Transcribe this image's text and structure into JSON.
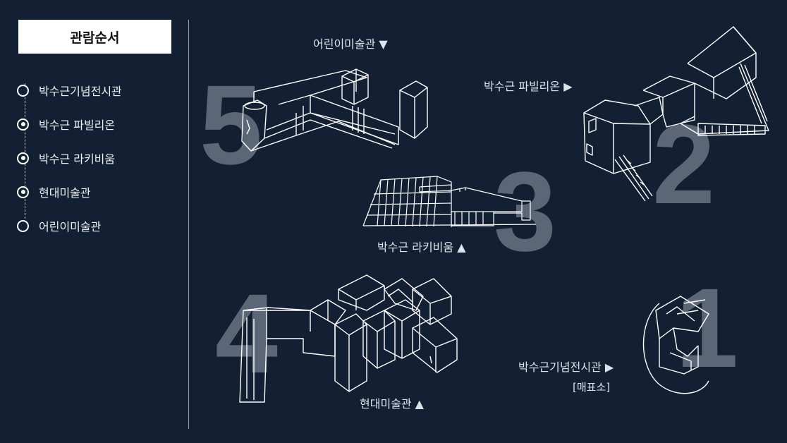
{
  "sidebar": {
    "title": "관람순서",
    "steps": [
      {
        "label": "박수근기념전시관",
        "filled": false
      },
      {
        "label": "박수근 파빌리온",
        "filled": true
      },
      {
        "label": "박수근 라키비움",
        "filled": true
      },
      {
        "label": "현대미술관",
        "filled": true
      },
      {
        "label": "어린이미술관",
        "filled": false
      }
    ]
  },
  "map": {
    "buildings": [
      {
        "key": "memorial",
        "number": "1",
        "label": "박수근기념전시관 ▶",
        "sublabel": "[매표소]"
      },
      {
        "key": "pavilion",
        "number": "2",
        "label": "박수근 파빌리온 ▶"
      },
      {
        "key": "larchiveum",
        "number": "3",
        "label": "박수근 라키비움 ▲"
      },
      {
        "key": "modern",
        "number": "4",
        "label": "현대미술관 ▲"
      },
      {
        "key": "children",
        "number": "5",
        "label": "어린이미술관 ▼"
      }
    ]
  },
  "colors": {
    "background": "#132033",
    "line": "#ffffff",
    "numeral": "#5b6676"
  }
}
